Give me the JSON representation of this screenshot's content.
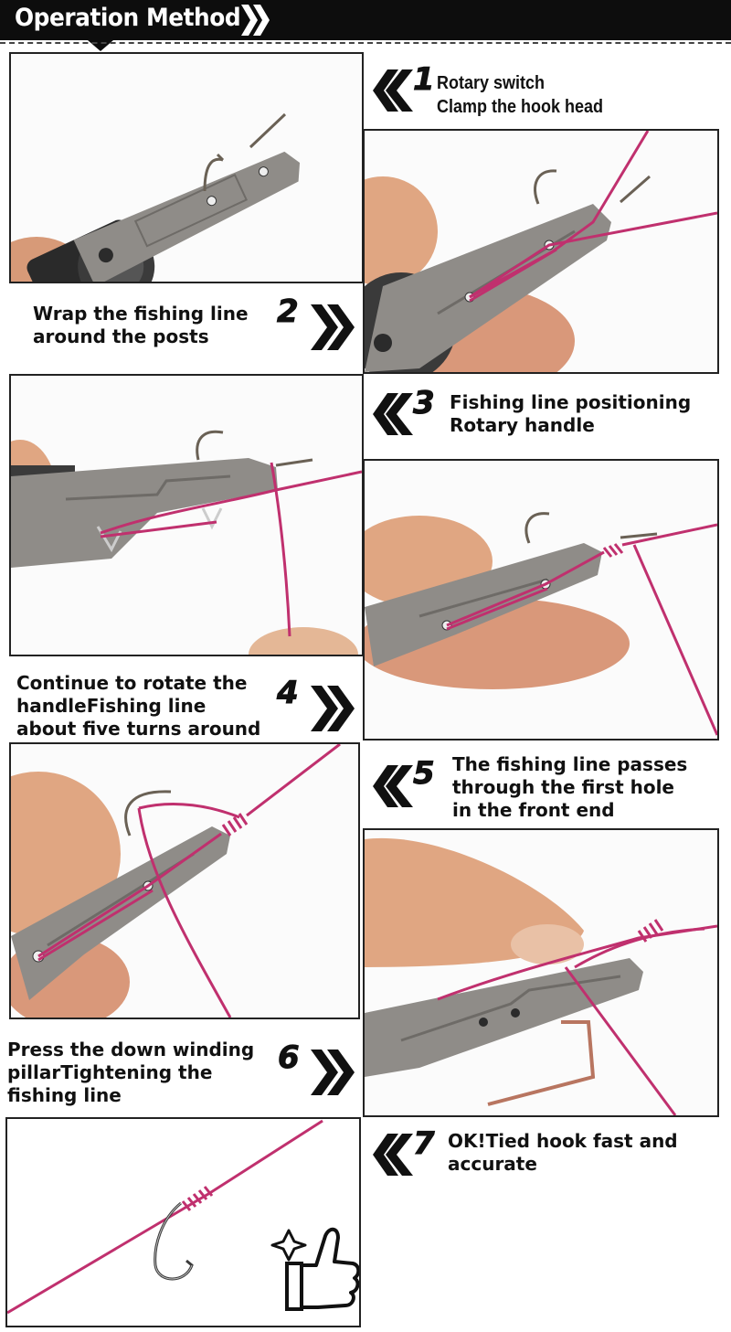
{
  "header": {
    "title": "Operation Method"
  },
  "steps": [
    {
      "number": "1",
      "lines": [
        "Rotary switch",
        "Clamp the hook head"
      ]
    },
    {
      "number": "2",
      "lines": [
        "Wrap the fishing line",
        "around the posts"
      ]
    },
    {
      "number": "3",
      "lines": [
        "Fishing line positioning",
        "Rotary handle"
      ]
    },
    {
      "number": "4",
      "lines": [
        "Continue to rotate the",
        "handleFishing line",
        "about five turns around"
      ]
    },
    {
      "number": "5",
      "lines": [
        "The fishing line passes",
        "through the first hole",
        "in the front end"
      ]
    },
    {
      "number": "6",
      "lines": [
        "Press the down winding",
        "pillarTightening the",
        "fishing line"
      ]
    },
    {
      "number": "7",
      "lines": [
        "OK!Tied hook fast and",
        "accurate"
      ]
    }
  ],
  "colors": {
    "line": "#c0306e",
    "tool": "#8f8c88",
    "skin": "#e3ad8c",
    "frame": "#222222",
    "header_bg": "#0d0d0d"
  },
  "icons": [
    "chevron-right-icon",
    "chevron-left-icon",
    "thumbs-up-icon",
    "sparkle-icon"
  ]
}
